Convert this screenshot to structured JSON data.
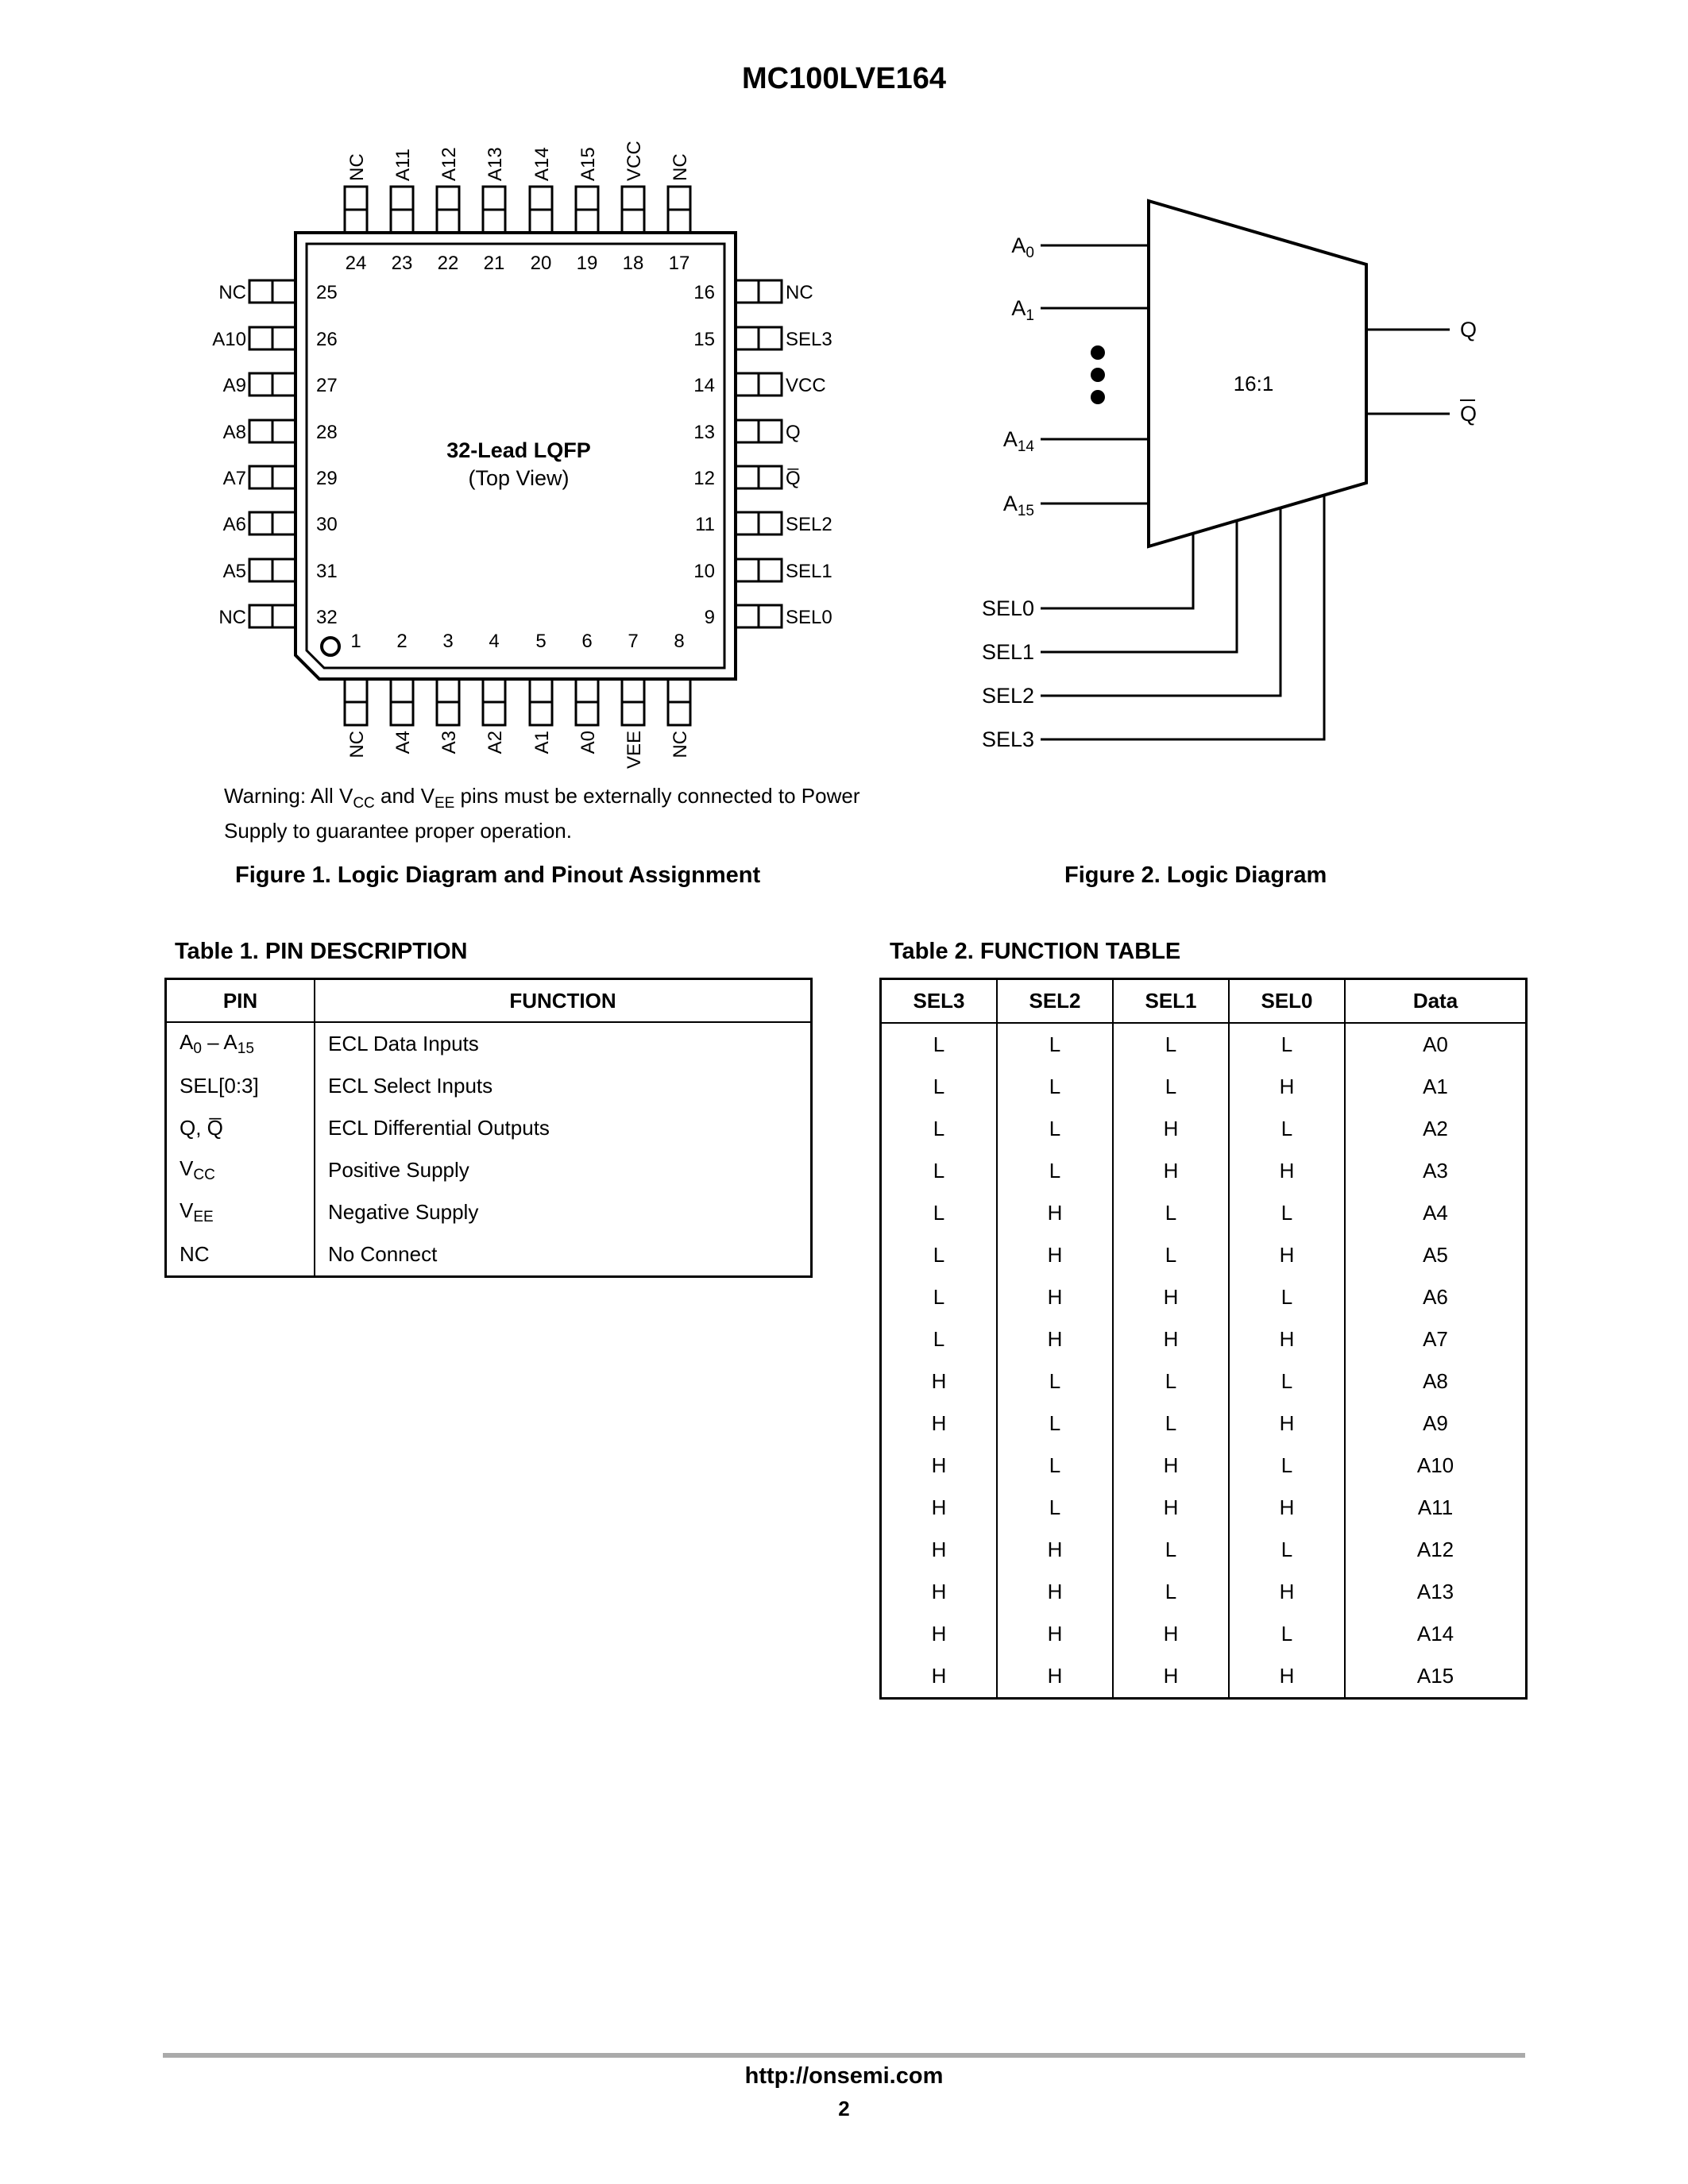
{
  "header": {
    "title": "MC100LVE164"
  },
  "figure1": {
    "package_title": "32-Lead LQFP",
    "package_subtitle": "(Top View)",
    "top_pins": [
      {
        "num": "24",
        "name": "NC"
      },
      {
        "num": "23",
        "name": "A11"
      },
      {
        "num": "22",
        "name": "A12"
      },
      {
        "num": "21",
        "name": "A13"
      },
      {
        "num": "20",
        "name": "A14"
      },
      {
        "num": "19",
        "name": "A15"
      },
      {
        "num": "18",
        "name": "VCC"
      },
      {
        "num": "17",
        "name": "NC"
      }
    ],
    "bottom_pins": [
      {
        "num": "1",
        "name": "NC"
      },
      {
        "num": "2",
        "name": "A4"
      },
      {
        "num": "3",
        "name": "A3"
      },
      {
        "num": "4",
        "name": "A2"
      },
      {
        "num": "5",
        "name": "A1"
      },
      {
        "num": "6",
        "name": "A0"
      },
      {
        "num": "7",
        "name": "VEE"
      },
      {
        "num": "8",
        "name": "NC"
      }
    ],
    "left_pins": [
      {
        "num": "25",
        "name": "NC"
      },
      {
        "num": "26",
        "name": "A10"
      },
      {
        "num": "27",
        "name": "A9"
      },
      {
        "num": "28",
        "name": "A8"
      },
      {
        "num": "29",
        "name": "A7"
      },
      {
        "num": "30",
        "name": "A6"
      },
      {
        "num": "31",
        "name": "A5"
      },
      {
        "num": "32",
        "name": "NC"
      }
    ],
    "right_pins": [
      {
        "num": "16",
        "name": "NC"
      },
      {
        "num": "15",
        "name": "SEL3"
      },
      {
        "num": "14",
        "name": "VCC"
      },
      {
        "num": "13",
        "name": "Q"
      },
      {
        "num": "12",
        "name": "Q̅"
      },
      {
        "num": "11",
        "name": "SEL2"
      },
      {
        "num": "10",
        "name": "SEL1"
      },
      {
        "num": "9",
        "name": "SEL0"
      }
    ],
    "warning": {
      "part1": "Warning: All V",
      "sub1": "CC",
      "part2": " and V",
      "sub2": "EE",
      "part3": " pins must be externally connected to Power",
      "line2": "Supply to guarantee proper operation."
    },
    "caption": "Figure 1. Logic Diagram and Pinout Assignment"
  },
  "figure2": {
    "mux_label": "16:1",
    "inputs": [
      {
        "base": "A",
        "sub": "0"
      },
      {
        "base": "A",
        "sub": "1"
      },
      {
        "base": "A",
        "sub": "14"
      },
      {
        "base": "A",
        "sub": "15"
      }
    ],
    "outputs": [
      "Q",
      "Q"
    ],
    "selects": [
      "SEL0",
      "SEL1",
      "SEL2",
      "SEL3"
    ],
    "caption": "Figure 2. Logic Diagram"
  },
  "table1": {
    "title": "Table 1. PIN DESCRIPTION",
    "headers": [
      "PIN",
      "FUNCTION"
    ],
    "rows": [
      {
        "pin_main": "A",
        "pin_sub": "0",
        "pin_rest": " – A",
        "pin_sub2": "15",
        "function": "ECL Data Inputs"
      },
      {
        "pin_main": "SEL[0:3]",
        "pin_sub": "",
        "pin_rest": "",
        "pin_sub2": "",
        "function": "ECL Select Inputs"
      },
      {
        "pin_main": "Q, Q̅",
        "pin_sub": "",
        "pin_rest": "",
        "pin_sub2": "",
        "function": "ECL Differential Outputs"
      },
      {
        "pin_main": "V",
        "pin_sub": "CC",
        "pin_rest": "",
        "pin_sub2": "",
        "function": "Positive Supply"
      },
      {
        "pin_main": "V",
        "pin_sub": "EE",
        "pin_rest": "",
        "pin_sub2": "",
        "function": "Negative Supply"
      },
      {
        "pin_main": "NC",
        "pin_sub": "",
        "pin_rest": "",
        "pin_sub2": "",
        "function": "No Connect"
      }
    ]
  },
  "table2": {
    "title": "Table 2. FUNCTION TABLE",
    "headers": [
      "SEL3",
      "SEL2",
      "SEL1",
      "SEL0",
      "Data"
    ],
    "rows": [
      [
        "L",
        "L",
        "L",
        "L",
        "A0"
      ],
      [
        "L",
        "L",
        "L",
        "H",
        "A1"
      ],
      [
        "L",
        "L",
        "H",
        "L",
        "A2"
      ],
      [
        "L",
        "L",
        "H",
        "H",
        "A3"
      ],
      [
        "L",
        "H",
        "L",
        "L",
        "A4"
      ],
      [
        "L",
        "H",
        "L",
        "H",
        "A5"
      ],
      [
        "L",
        "H",
        "H",
        "L",
        "A6"
      ],
      [
        "L",
        "H",
        "H",
        "H",
        "A7"
      ],
      [
        "H",
        "L",
        "L",
        "L",
        "A8"
      ],
      [
        "H",
        "L",
        "L",
        "H",
        "A9"
      ],
      [
        "H",
        "L",
        "H",
        "L",
        "A10"
      ],
      [
        "H",
        "L",
        "H",
        "H",
        "A11"
      ],
      [
        "H",
        "H",
        "L",
        "L",
        "A12"
      ],
      [
        "H",
        "H",
        "L",
        "H",
        "A13"
      ],
      [
        "H",
        "H",
        "H",
        "L",
        "A14"
      ],
      [
        "H",
        "H",
        "H",
        "H",
        "A15"
      ]
    ]
  },
  "footer": {
    "url": "http://onsemi.com",
    "page": "2"
  }
}
